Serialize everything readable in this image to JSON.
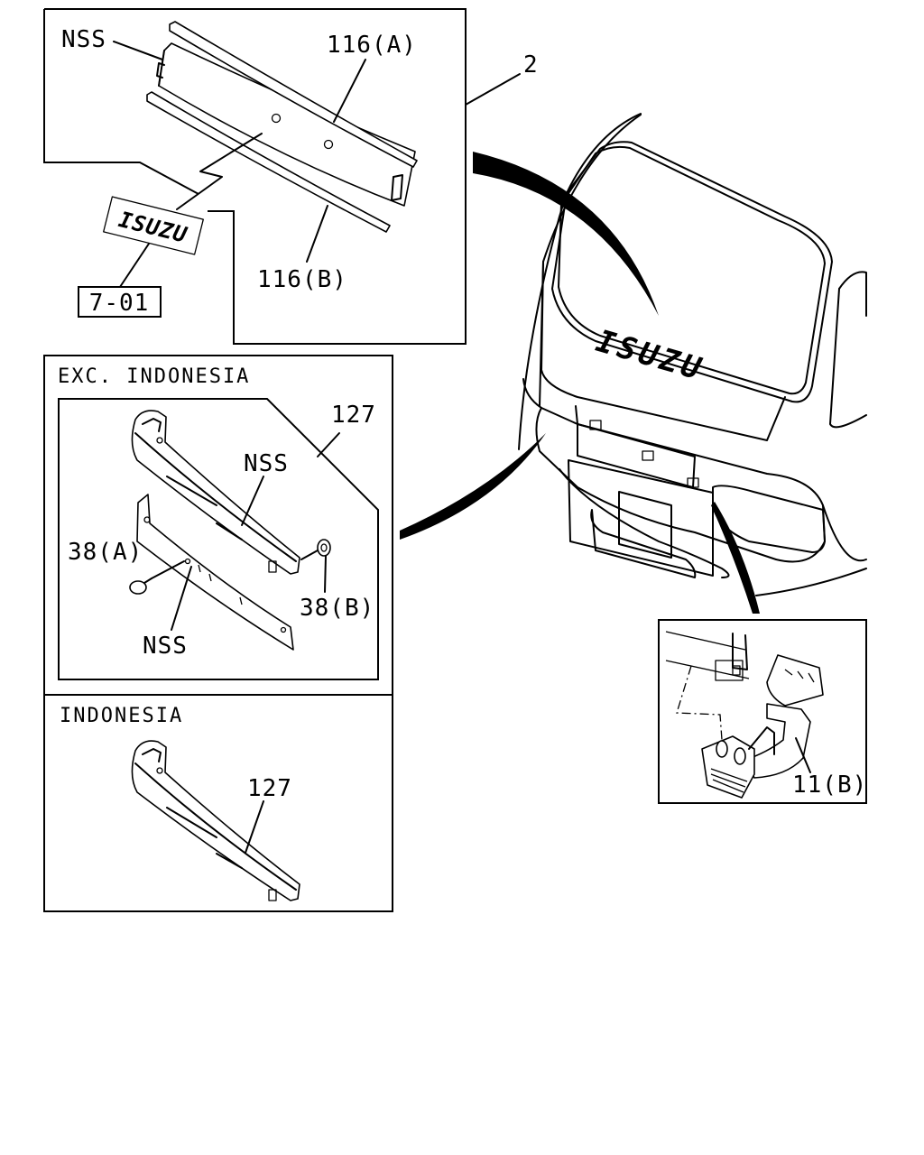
{
  "labels": {
    "nss_top": "NSS",
    "part_116a": "116(A)",
    "part_116b": "116(B)",
    "part_2": "2",
    "ref_701": "7-01",
    "emblem_text": "ISUZU",
    "section_exc": "EXC. INDONESIA",
    "part_127_exc": "127",
    "nss_upper": "NSS",
    "part_38a": "38(A)",
    "part_38b": "38(B)",
    "nss_lower": "NSS",
    "section_indonesia": "INDONESIA",
    "part_127_ind": "127",
    "part_11b": "11(B)"
  }
}
